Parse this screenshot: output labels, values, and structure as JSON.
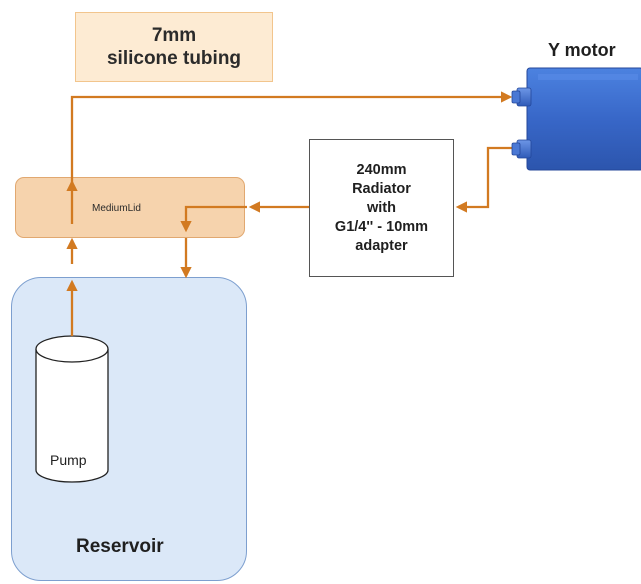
{
  "tubing_note": {
    "line1": "7mm",
    "line2": "silicone tubing"
  },
  "motor": {
    "label": "Y motor"
  },
  "lid": {
    "label": "MediumLid"
  },
  "radiator": {
    "line1": "240mm",
    "line2": "Radiator",
    "line3": "with",
    "line4": "G1/4'' - 10mm",
    "line5": "adapter"
  },
  "pump": {
    "label": "Pump"
  },
  "reservoir": {
    "label": "Reservoir"
  },
  "colors": {
    "tube": "#d27a21",
    "lid_fill": "#f6d3ad",
    "reservoir_fill": "#dbe8f8",
    "motor_block": "#3a6fd1",
    "note_fill": "#fdebd3"
  }
}
